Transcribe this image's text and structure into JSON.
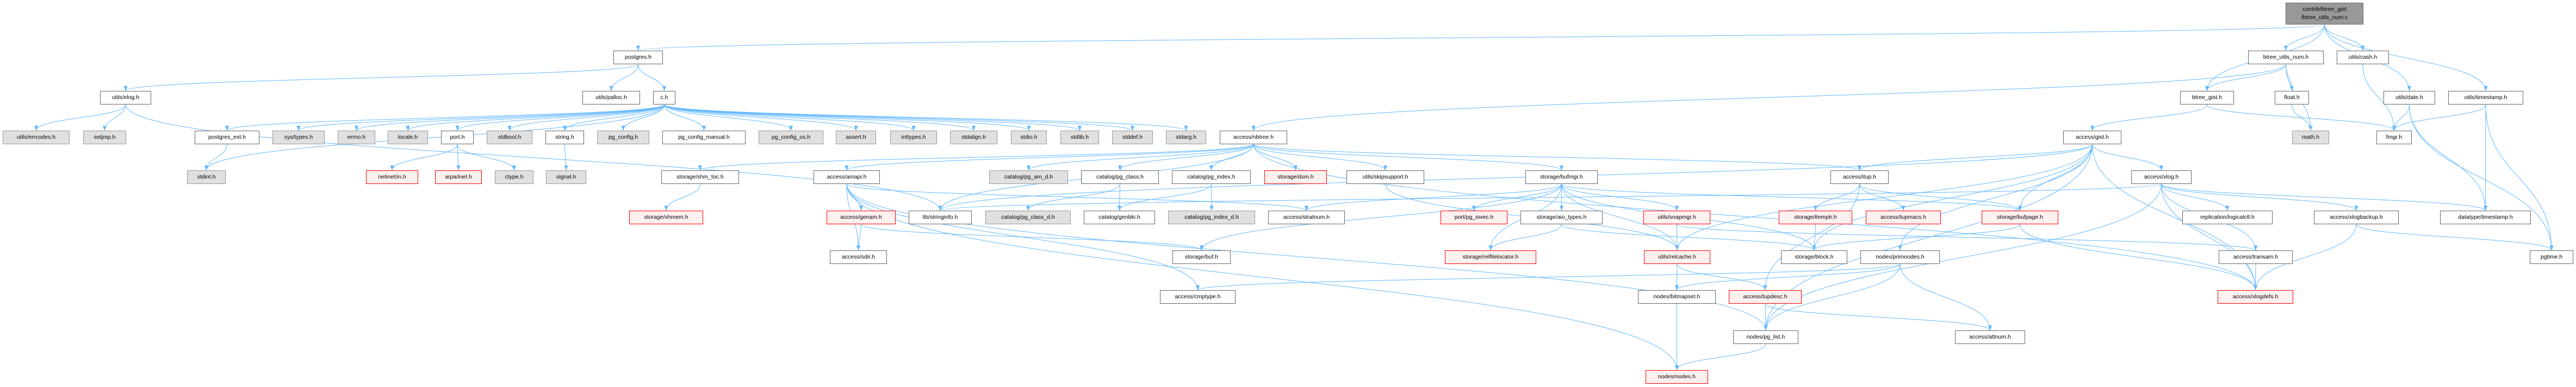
{
  "graph": {
    "title": "contrib/btree_gist/btree_utils_num.c",
    "edge_color": "#63b8ff",
    "nodes": [
      {
        "id": "root",
        "label": "contrib/btree_gist\n/btree_utils_num.c",
        "kind": "root"
      },
      {
        "id": "postgres",
        "label": "postgres.h",
        "kind": "normal"
      },
      {
        "id": "btree_utils_num",
        "label": "btree_utils_num.h",
        "kind": "normal"
      },
      {
        "id": "cash",
        "label": "utils/cash.h",
        "kind": "normal"
      },
      {
        "id": "elog",
        "label": "utils/elog.h",
        "kind": "normal"
      },
      {
        "id": "palloc",
        "label": "utils/palloc.h",
        "kind": "normal"
      },
      {
        "id": "c",
        "label": "c.h",
        "kind": "normal"
      },
      {
        "id": "btree_gist",
        "label": "btree_gist.h",
        "kind": "normal"
      },
      {
        "id": "float",
        "label": "float.h",
        "kind": "normal"
      },
      {
        "id": "date",
        "label": "utils/date.h",
        "kind": "normal"
      },
      {
        "id": "timestamp",
        "label": "utils/timestamp.h",
        "kind": "normal"
      },
      {
        "id": "errcodes",
        "label": "utils/errcodes.h",
        "kind": "sys"
      },
      {
        "id": "setjmp",
        "label": "setjmp.h",
        "kind": "sys"
      },
      {
        "id": "postgres_ext",
        "label": "postgres_ext.h",
        "kind": "normal"
      },
      {
        "id": "systypes",
        "label": "sys/types.h",
        "kind": "sys"
      },
      {
        "id": "errno",
        "label": "errno.h",
        "kind": "sys"
      },
      {
        "id": "locale",
        "label": "locale.h",
        "kind": "sys"
      },
      {
        "id": "port",
        "label": "port.h",
        "kind": "normal"
      },
      {
        "id": "stdbool",
        "label": "stdbool.h",
        "kind": "sys"
      },
      {
        "id": "string",
        "label": "string.h",
        "kind": "normal"
      },
      {
        "id": "pg_config",
        "label": "pg_config.h",
        "kind": "sys"
      },
      {
        "id": "pg_config_manual",
        "label": "pg_config_manual.h",
        "kind": "normal"
      },
      {
        "id": "pg_config_os",
        "label": "pg_config_os.h",
        "kind": "sys"
      },
      {
        "id": "assert",
        "label": "assert.h",
        "kind": "sys"
      },
      {
        "id": "inttypes",
        "label": "inttypes.h",
        "kind": "sys"
      },
      {
        "id": "stdalign",
        "label": "stdalign.h",
        "kind": "sys"
      },
      {
        "id": "stdio",
        "label": "stdio.h",
        "kind": "sys"
      },
      {
        "id": "stdlib",
        "label": "stdlib.h",
        "kind": "sys"
      },
      {
        "id": "stddef",
        "label": "stddef.h",
        "kind": "sys"
      },
      {
        "id": "stdarg",
        "label": "stdarg.h",
        "kind": "sys"
      },
      {
        "id": "nbtree",
        "label": "access/nbtree.h",
        "kind": "normal"
      },
      {
        "id": "gist",
        "label": "access/gist.h",
        "kind": "normal"
      },
      {
        "id": "math",
        "label": "math.h",
        "kind": "sys"
      },
      {
        "id": "fmgr",
        "label": "fmgr.h",
        "kind": "normal"
      },
      {
        "id": "stdint",
        "label": "stdint.h",
        "kind": "sys"
      },
      {
        "id": "netinet",
        "label": "netinet/in.h",
        "kind": "missing"
      },
      {
        "id": "arpa",
        "label": "arpa/inet.h",
        "kind": "missing"
      },
      {
        "id": "ctype",
        "label": "ctype.h",
        "kind": "sys"
      },
      {
        "id": "signal",
        "label": "signal.h",
        "kind": "sys"
      },
      {
        "id": "shm_toc",
        "label": "storage/shm_toc.h",
        "kind": "normal"
      },
      {
        "id": "amapi",
        "label": "access/amapi.h",
        "kind": "normal"
      },
      {
        "id": "pg_am_d",
        "label": "catalog/pg_am_d.h",
        "kind": "sys"
      },
      {
        "id": "pg_class",
        "label": "catalog/pg_class.h",
        "kind": "normal"
      },
      {
        "id": "pg_index",
        "label": "catalog/pg_index.h",
        "kind": "normal"
      },
      {
        "id": "dsm",
        "label": "storage/dsm.h",
        "kind": "missing"
      },
      {
        "id": "skipsupport",
        "label": "utils/skipsupport.h",
        "kind": "normal"
      },
      {
        "id": "bufmgr",
        "label": "storage/bufmgr.h",
        "kind": "normal"
      },
      {
        "id": "itup",
        "label": "access/itup.h",
        "kind": "normal"
      },
      {
        "id": "xlog",
        "label": "access/xlog.h",
        "kind": "normal"
      },
      {
        "id": "shmem",
        "label": "storage/shmem.h",
        "kind": "missing"
      },
      {
        "id": "genam",
        "label": "access/genam.h",
        "kind": "missing"
      },
      {
        "id": "stringinfo",
        "label": "lib/stringinfo.h",
        "kind": "normal"
      },
      {
        "id": "pg_class_d",
        "label": "catalog/pg_class_d.h",
        "kind": "sys"
      },
      {
        "id": "genbki",
        "label": "catalog/genbki.h",
        "kind": "normal"
      },
      {
        "id": "pg_index_d",
        "label": "catalog/pg_index_d.h",
        "kind": "sys"
      },
      {
        "id": "stratnum",
        "label": "access/stratnum.h",
        "kind": "normal"
      },
      {
        "id": "pg_iovec",
        "label": "port/pg_iovec.h",
        "kind": "missing"
      },
      {
        "id": "aio_types",
        "label": "storage/aio_types.h",
        "kind": "normal"
      },
      {
        "id": "snapmgr",
        "label": "utils/snapmgr.h",
        "kind": "missing"
      },
      {
        "id": "itemptr",
        "label": "storage/itemptr.h",
        "kind": "missing"
      },
      {
        "id": "tupmacs",
        "label": "access/tupmacs.h",
        "kind": "missing"
      },
      {
        "id": "bufpage",
        "label": "storage/bufpage.h",
        "kind": "missing"
      },
      {
        "id": "logicalctl",
        "label": "replication/logicalctl.h",
        "kind": "normal"
      },
      {
        "id": "xlogbackup",
        "label": "access/xlogbackup.h",
        "kind": "normal"
      },
      {
        "id": "dt_timestamp",
        "label": "datatype/timestamp.h",
        "kind": "normal"
      },
      {
        "id": "sdir",
        "label": "access/sdir.h",
        "kind": "normal"
      },
      {
        "id": "buf",
        "label": "storage/buf.h",
        "kind": "normal"
      },
      {
        "id": "relfilelocator",
        "label": "storage/relfilelocator.h",
        "kind": "missing"
      },
      {
        "id": "relcache",
        "label": "utils/relcache.h",
        "kind": "missing"
      },
      {
        "id": "block",
        "label": "storage/block.h",
        "kind": "normal"
      },
      {
        "id": "primnodes",
        "label": "nodes/primnodes.h",
        "kind": "normal"
      },
      {
        "id": "transam",
        "label": "access/transam.h",
        "kind": "normal"
      },
      {
        "id": "pgtime",
        "label": "pgtime.h",
        "kind": "normal"
      },
      {
        "id": "cmptype",
        "label": "access/cmptype.h",
        "kind": "normal"
      },
      {
        "id": "bitmapset",
        "label": "nodes/bitmapset.h",
        "kind": "normal"
      },
      {
        "id": "tupdesc",
        "label": "access/tupdesc.h",
        "kind": "missing"
      },
      {
        "id": "xlogdefs",
        "label": "access/xlogdefs.h",
        "kind": "missing"
      },
      {
        "id": "pg_list",
        "label": "nodes/pg_list.h",
        "kind": "normal"
      },
      {
        "id": "attnum",
        "label": "access/attnum.h",
        "kind": "normal"
      },
      {
        "id": "nodes",
        "label": "nodes/nodes.h",
        "kind": "missing"
      }
    ],
    "edges": [
      [
        "root",
        "postgres"
      ],
      [
        "root",
        "btree_utils_num"
      ],
      [
        "root",
        "cash"
      ],
      [
        "root",
        "btree_gist"
      ],
      [
        "root",
        "date"
      ],
      [
        "root",
        "timestamp"
      ],
      [
        "postgres",
        "elog"
      ],
      [
        "postgres",
        "palloc"
      ],
      [
        "postgres",
        "c"
      ],
      [
        "elog",
        "errcodes"
      ],
      [
        "elog",
        "setjmp"
      ],
      [
        "elog",
        "stringinfo"
      ],
      [
        "c",
        "postgres_ext"
      ],
      [
        "c",
        "systypes"
      ],
      [
        "c",
        "errno"
      ],
      [
        "c",
        "locale"
      ],
      [
        "c",
        "port"
      ],
      [
        "c",
        "stdbool"
      ],
      [
        "c",
        "string"
      ],
      [
        "c",
        "pg_config"
      ],
      [
        "c",
        "pg_config_manual"
      ],
      [
        "c",
        "pg_config_os"
      ],
      [
        "c",
        "assert"
      ],
      [
        "c",
        "inttypes"
      ],
      [
        "c",
        "stdalign"
      ],
      [
        "c",
        "stdio"
      ],
      [
        "c",
        "stdlib"
      ],
      [
        "c",
        "stddef"
      ],
      [
        "c",
        "stdarg"
      ],
      [
        "c",
        "stdint"
      ],
      [
        "postgres_ext",
        "stdint"
      ],
      [
        "port",
        "netinet"
      ],
      [
        "port",
        "arpa"
      ],
      [
        "port",
        "ctype"
      ],
      [
        "string",
        "signal"
      ],
      [
        "btree_utils_num",
        "btree_gist"
      ],
      [
        "btree_utils_num",
        "float"
      ],
      [
        "btree_utils_num",
        "math"
      ],
      [
        "btree_utils_num",
        "nbtree"
      ],
      [
        "float",
        "math"
      ],
      [
        "btree_gist",
        "fmgr"
      ],
      [
        "btree_gist",
        "gist"
      ],
      [
        "cash",
        "fmgr"
      ],
      [
        "date",
        "fmgr"
      ],
      [
        "date",
        "dt_timestamp"
      ],
      [
        "date",
        "pgtime"
      ],
      [
        "timestamp",
        "fmgr"
      ],
      [
        "timestamp",
        "dt_timestamp"
      ],
      [
        "timestamp",
        "pgtime"
      ],
      [
        "nbtree",
        "shm_toc"
      ],
      [
        "nbtree",
        "amapi"
      ],
      [
        "nbtree",
        "pg_am_d"
      ],
      [
        "nbtree",
        "pg_class"
      ],
      [
        "nbtree",
        "pg_index"
      ],
      [
        "nbtree",
        "dsm"
      ],
      [
        "nbtree",
        "skipsupport"
      ],
      [
        "nbtree",
        "bufmgr"
      ],
      [
        "nbtree",
        "itup"
      ],
      [
        "nbtree",
        "xlogdefs"
      ],
      [
        "nbtree",
        "stringinfo"
      ],
      [
        "shm_toc",
        "shmem"
      ],
      [
        "amapi",
        "genam"
      ],
      [
        "amapi",
        "sdir"
      ],
      [
        "amapi",
        "cmptype"
      ],
      [
        "amapi",
        "pg_list"
      ],
      [
        "amapi",
        "nodes"
      ],
      [
        "amapi",
        "stratnum"
      ],
      [
        "genam",
        "sdir"
      ],
      [
        "genam",
        "buf"
      ],
      [
        "pg_class",
        "pg_class_d"
      ],
      [
        "pg_class",
        "genbki"
      ],
      [
        "pg_index",
        "genbki"
      ],
      [
        "pg_index",
        "pg_index_d"
      ],
      [
        "skipsupport",
        "relcache"
      ],
      [
        "bufmgr",
        "stratnum"
      ],
      [
        "bufmgr",
        "pg_iovec"
      ],
      [
        "bufmgr",
        "aio_types"
      ],
      [
        "bufmgr",
        "relfilelocator"
      ],
      [
        "bufmgr",
        "relcache"
      ],
      [
        "bufmgr",
        "snapmgr"
      ],
      [
        "bufmgr",
        "block"
      ],
      [
        "bufmgr",
        "buf"
      ],
      [
        "bufmgr",
        "bufpage"
      ],
      [
        "aio_types",
        "relfilelocator"
      ],
      [
        "aio_types",
        "block"
      ],
      [
        "snapmgr",
        "relcache"
      ],
      [
        "snapmgr",
        "transam"
      ],
      [
        "relcache",
        "bitmapset"
      ],
      [
        "relcache",
        "tupdesc"
      ],
      [
        "bitmapset",
        "nodes"
      ],
      [
        "tupdesc",
        "pg_list"
      ],
      [
        "tupdesc",
        "attnum"
      ],
      [
        "pg_list",
        "nodes"
      ],
      [
        "primnodes",
        "bitmapset"
      ],
      [
        "primnodes",
        "pg_list"
      ],
      [
        "primnodes",
        "attnum"
      ],
      [
        "primnodes",
        "cmptype"
      ],
      [
        "itup",
        "itemptr"
      ],
      [
        "itup",
        "tupmacs"
      ],
      [
        "itup",
        "bufpage"
      ],
      [
        "itup",
        "tupdesc"
      ],
      [
        "itemptr",
        "block"
      ],
      [
        "bufpage",
        "block"
      ],
      [
        "bufpage",
        "xlogdefs"
      ],
      [
        "gist",
        "itup"
      ],
      [
        "gist",
        "xlog"
      ],
      [
        "gist",
        "bufpage"
      ],
      [
        "gist",
        "block"
      ],
      [
        "gist",
        "primnodes"
      ],
      [
        "gist",
        "relcache"
      ],
      [
        "gist",
        "xlogdefs"
      ],
      [
        "gist",
        "stringinfo"
      ],
      [
        "gist",
        "pg_list"
      ],
      [
        "xlog",
        "logicalctl"
      ],
      [
        "xlog",
        "xlogbackup"
      ],
      [
        "xlog",
        "dt_timestamp"
      ],
      [
        "xlog",
        "xlogdefs"
      ],
      [
        "xlog",
        "transam"
      ],
      [
        "xlog",
        "stringinfo"
      ],
      [
        "xlog",
        "pg_list"
      ],
      [
        "xlogbackup",
        "xlogdefs"
      ],
      [
        "xlogbackup",
        "pgtime"
      ],
      [
        "transam",
        "xlogdefs"
      ]
    ]
  }
}
